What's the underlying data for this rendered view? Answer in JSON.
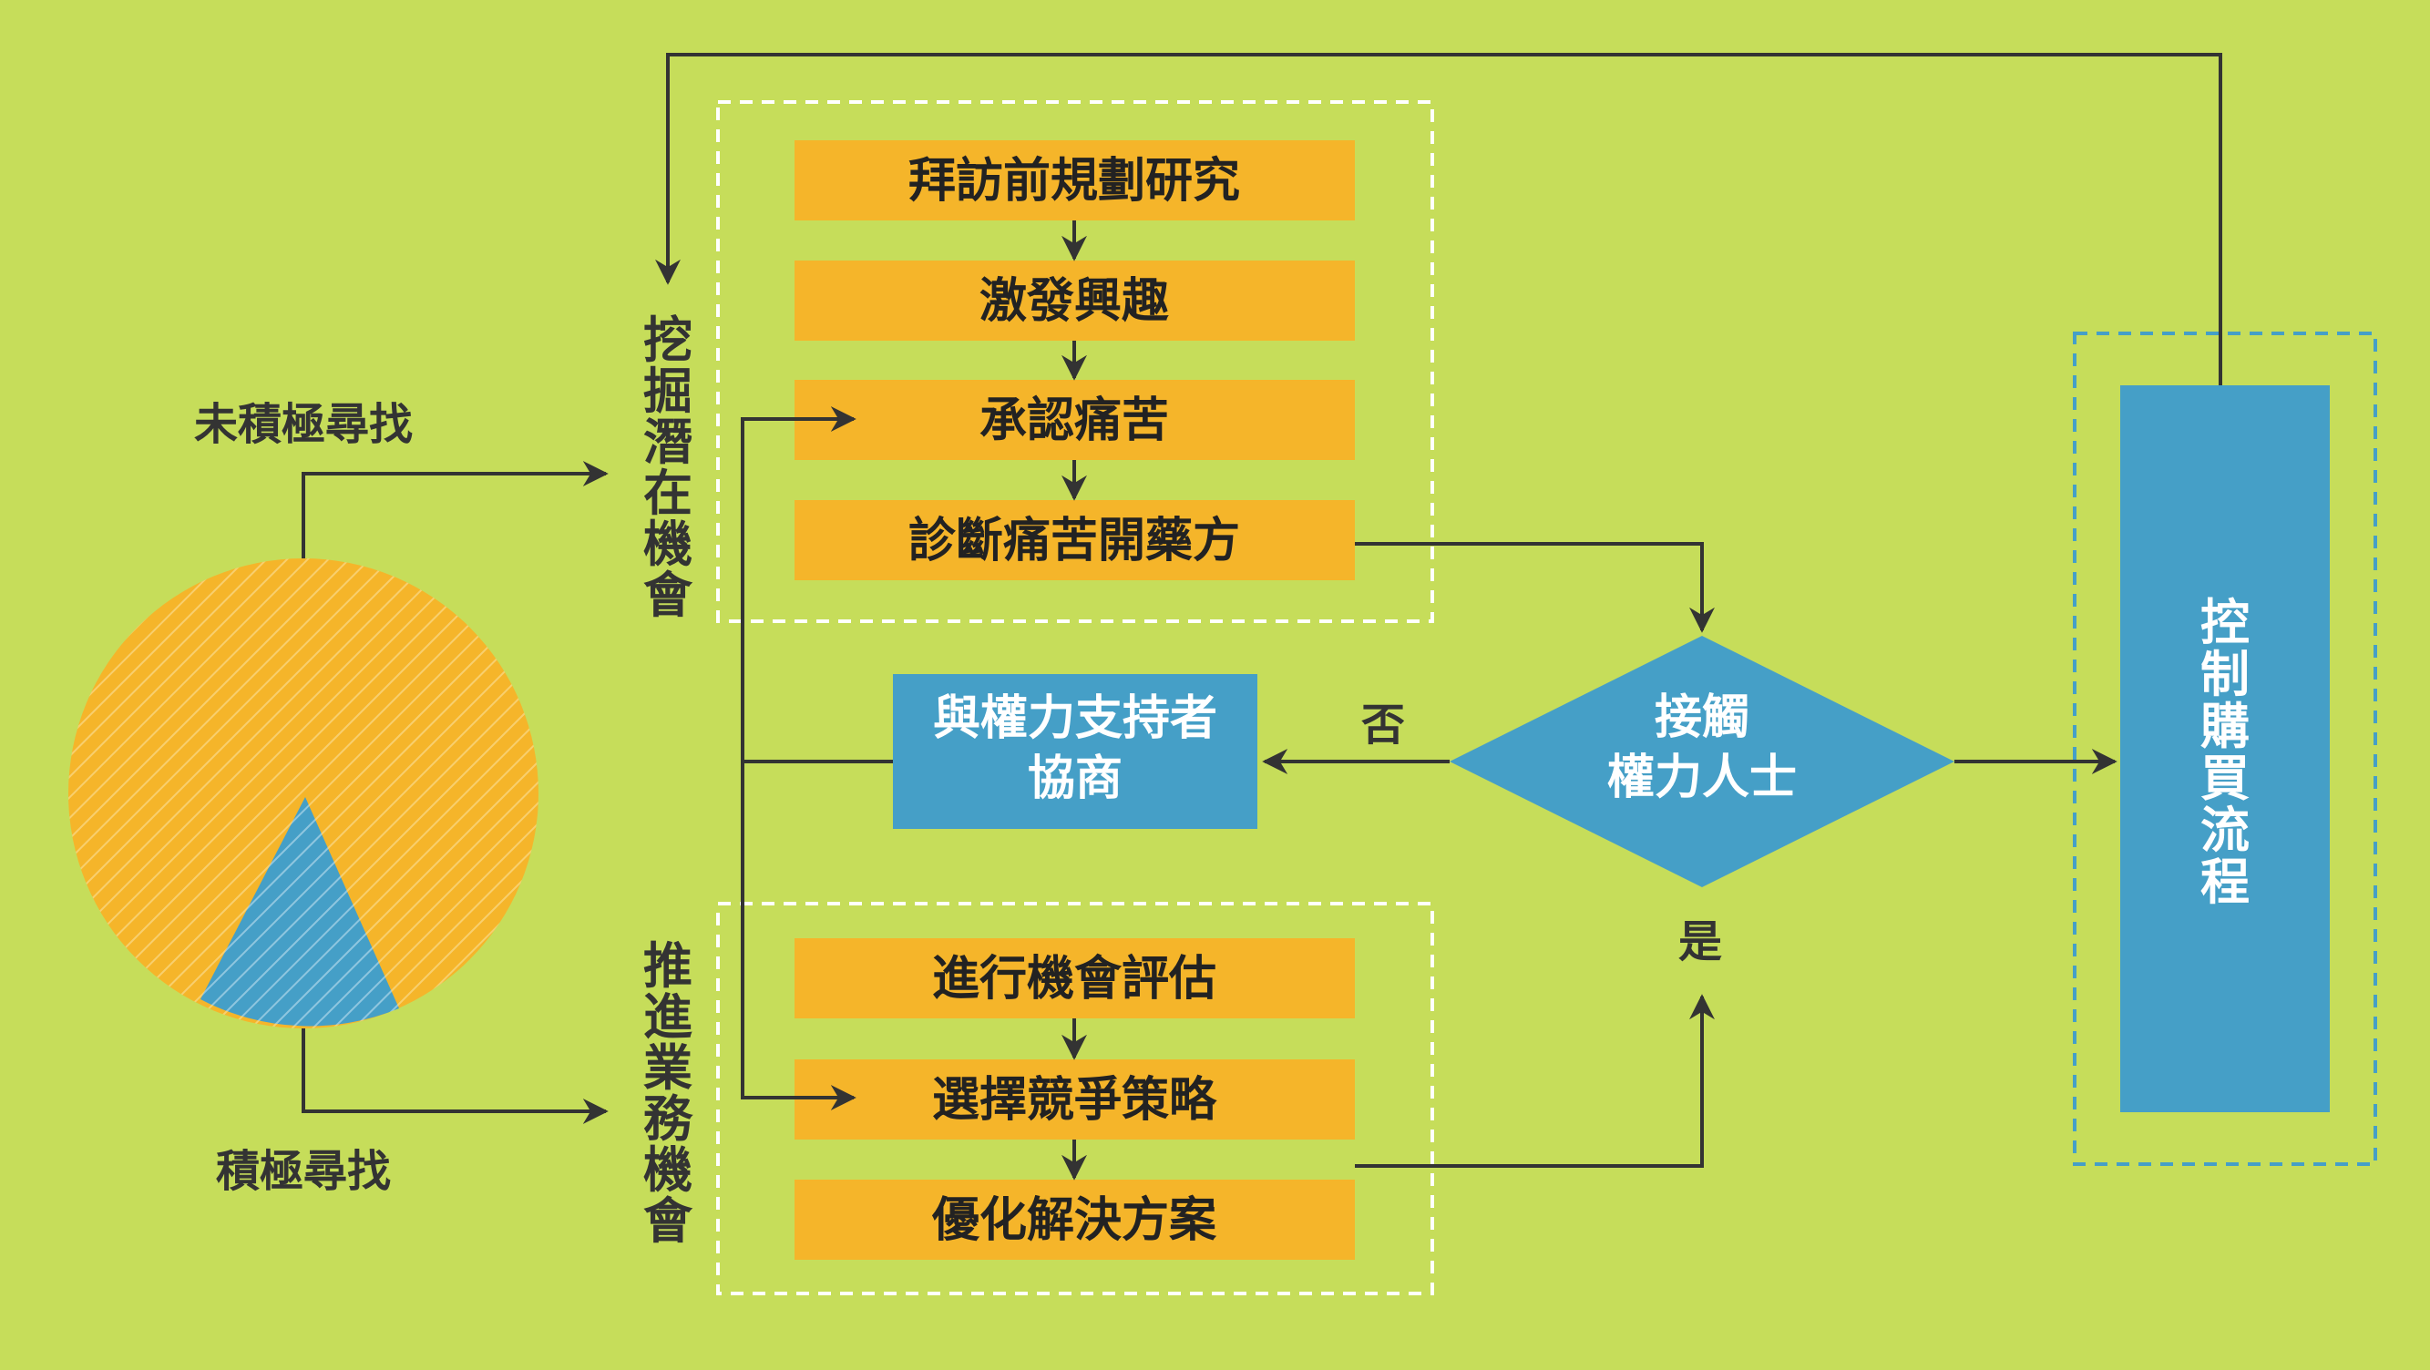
{
  "labels": {
    "not_active": "未積極尋找",
    "active": "積極尋找",
    "no": "否",
    "yes": "是"
  },
  "groups": {
    "explore": "挖掘潛在機會",
    "advance": "推進業務機會",
    "control": "控制購買流程"
  },
  "top_steps": [
    "拜訪前規劃研究",
    "激發興趣",
    "承認痛苦",
    "診斷痛苦開藥方"
  ],
  "bottom_steps": [
    "進行機會評估",
    "選擇競爭策略",
    "優化解決方案"
  ],
  "negotiate": [
    "與權力支持者",
    "協商"
  ],
  "decision": [
    "接觸",
    "權力人士"
  ],
  "colors": {
    "background": "#c6dd5a",
    "step_box": "#f5b52a",
    "blue": "#459fc7",
    "pie_orange": "#f5b52a",
    "pie_blue": "#459fc7",
    "arrow": "#333333"
  }
}
